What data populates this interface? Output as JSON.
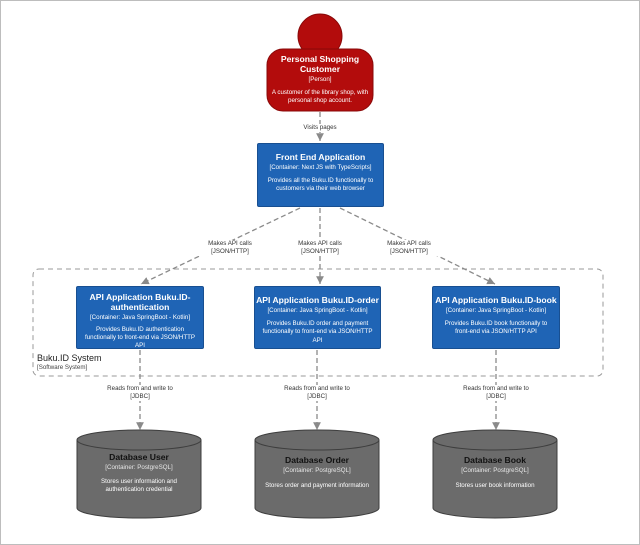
{
  "person": {
    "name": "Personal Shopping Customer",
    "type": "[Person]",
    "description": "A customer of the library shop, with personal shop account.",
    "color": "#b30c0c"
  },
  "frontend": {
    "name": "Front End Application",
    "type": "[Container: Next JS with TypeScripts]",
    "description": "Provides all the Buku.ID functionally to customers via their web browser"
  },
  "boundary": {
    "name": "Buku.ID System",
    "type": "[Software System]"
  },
  "apis": [
    {
      "name": "API Application Buku.ID-authentication",
      "type": "[Container: Java SpringBoot - Kotlin]",
      "description": "Provides Buku.ID authentication functionally to front-end via JSON/HTTP API"
    },
    {
      "name": "API Application Buku.ID-order",
      "type": "[Container: Java SpringBoot - Kotlin]",
      "description": "Provides Buku.ID order and payment functionally to front-end via JSON/HTTP API"
    },
    {
      "name": "API Application Buku.ID-book",
      "type": "[Container: Java SpringBoot - Kotlin]",
      "description": "Provides Buku.ID book functionally to front-end via JSON/HTTP API"
    }
  ],
  "databases": [
    {
      "name": "Database User",
      "type": "[Container: PostgreSQL]",
      "description": "Stores user information and authentication credential"
    },
    {
      "name": "Database Order",
      "type": "[Container: PostgreSQL]",
      "description": "Stores order and payment information"
    },
    {
      "name": "Database Book",
      "type": "[Container: PostgreSQL]",
      "description": "Stores user book information"
    }
  ],
  "links": {
    "visits": "Visits pages",
    "api_calls": [
      {
        "label": "Makes API calls",
        "protocol": "[JSON/HTTP]"
      },
      {
        "label": "Makes API calls",
        "protocol": "[JSON/HTTP]"
      },
      {
        "label": "Makes API calls",
        "protocol": "[JSON/HTTP]"
      }
    ],
    "db_access": [
      {
        "label": "Reads from and write to",
        "protocol": "[JDBC]"
      },
      {
        "label": "Reads from and write to",
        "protocol": "[JDBC]"
      },
      {
        "label": "Reads from and write to",
        "protocol": "[JDBC]"
      }
    ]
  },
  "colors": {
    "container": "#1f64b5",
    "database": "#6b6b6b",
    "link": "#8a8a8a"
  }
}
